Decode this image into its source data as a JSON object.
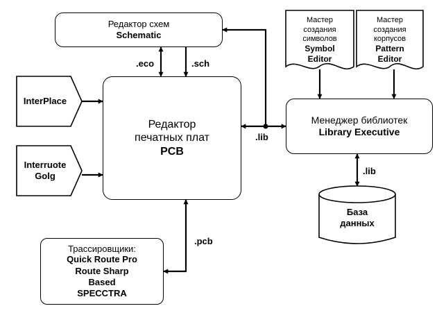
{
  "schematic": {
    "line1": "Редактор схем",
    "line2": "Schematic"
  },
  "pcb": {
    "line1": "Редактор",
    "line2": "печатных плат",
    "line3": "PCB"
  },
  "library": {
    "line1": "Менеджер библиотек",
    "line2": "Library Executive"
  },
  "symbol_editor": {
    "line1": "Мастер",
    "line2": "создания",
    "line3": "символов",
    "line4": "Symbol",
    "line5": "Editor"
  },
  "pattern_editor": {
    "line1": "Мастер",
    "line2": "создания",
    "line3": "корпусов",
    "line4": "Pattern",
    "line5": "Editor"
  },
  "interplace": {
    "label": "InterPlace"
  },
  "interroute": {
    "line1": "Interruote",
    "line2": "Golg"
  },
  "database": {
    "line1": "База",
    "line2": "данных"
  },
  "tracers": {
    "title": "Трассировщики:",
    "items": [
      "Quick Route Pro",
      "Route Sharp",
      "Based",
      "SPECCTRA"
    ]
  },
  "connectors": {
    "eco": ".eco",
    "sch": ".sch",
    "lib_pcb": ".lib",
    "lib_db": ".lib",
    "pcb": ".pcb"
  }
}
